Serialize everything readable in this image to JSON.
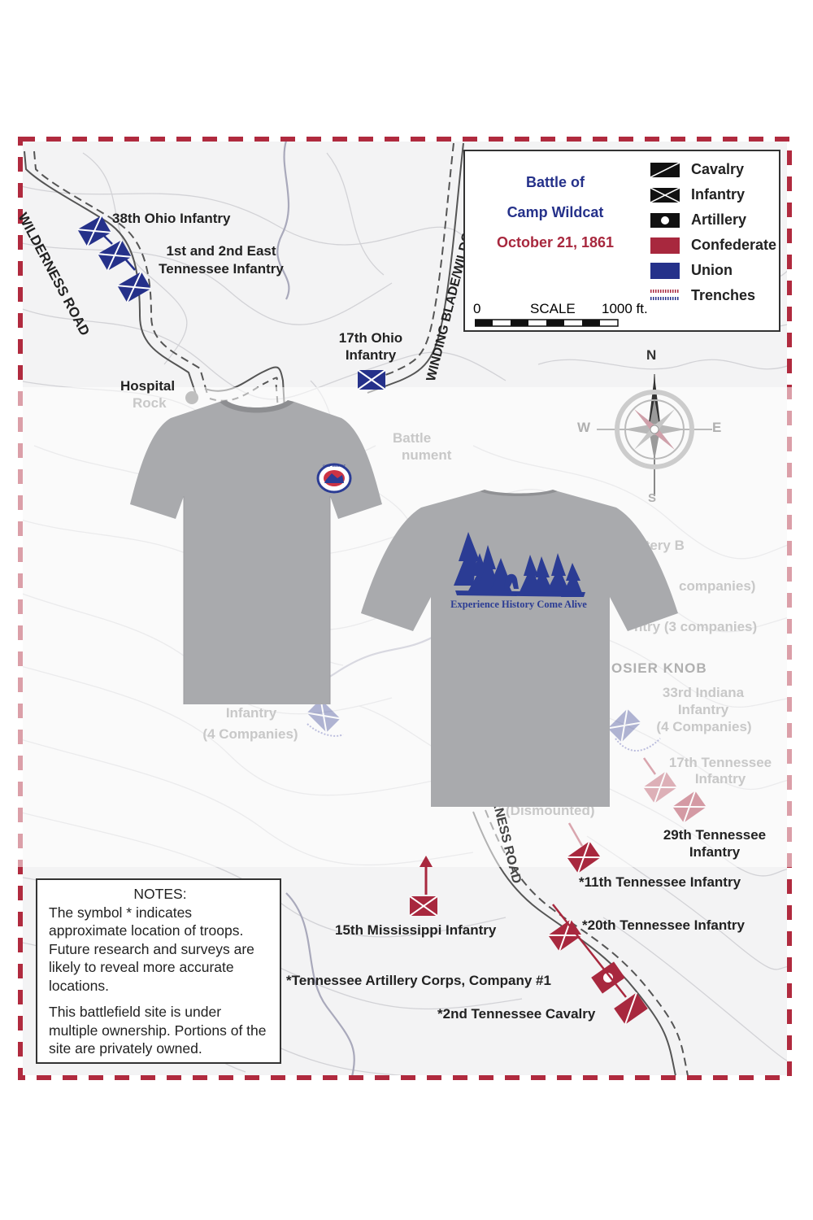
{
  "legend": {
    "title_line1": "Battle of",
    "title_line2": "Camp Wildcat",
    "date": "October 21, 1861",
    "items": [
      "Cavalry",
      "Infantry",
      "Artillery",
      "Confederate",
      "Union",
      "Trenches"
    ],
    "scale_start": "0",
    "scale_label": "SCALE",
    "scale_end": "1000 ft."
  },
  "compass": {
    "n": "N",
    "s": "S",
    "e": "E",
    "w": "W"
  },
  "roads": {
    "wilderness": "WILDERNESS ROAD",
    "winding_blade": "WINDING BLADE/WILDCAT RD.",
    "lower_road": "RNESS ROAD"
  },
  "places": {
    "hospital_1": "Hospital",
    "hospital_2": "Rock",
    "battle_1": "Battle",
    "battle_2": "nument",
    "knob": "OSIER KNOB"
  },
  "units": {
    "ohio38": "38th Ohio Infantry",
    "tn_east_1": "1st and 2nd East",
    "tn_east_2": "Tennessee Infantry",
    "ohio17_1": "17th Ohio",
    "ohio17_2": "Infantry",
    "battery": "ttery B",
    "companies_a": "companies)",
    "companies_b": "ntry (3 companies)",
    "infantry4_1": "Infantry",
    "infantry4_2": "(4 Companies)",
    "indiana33_1": "33rd Indiana",
    "indiana33_2": "Infantry",
    "indiana33_3": "(4 Companies)",
    "tn17_1": "17th Tennessee",
    "tn17_2": "Infantry",
    "dismounted": "(Dismounted)",
    "tn29_1": "29th Tennessee",
    "tn29_2": "Infantry",
    "tn11": "*11th Tennessee Infantry",
    "tn20": "*20th Tennessee Infantry",
    "miss15": "15th Mississippi Infantry",
    "artillery_corps": "*Tennessee Artillery Corps, Company #1",
    "cav2": "*2nd Tennessee Cavalry"
  },
  "notes": {
    "heading": "NOTES:",
    "p1": "The symbol * indicates approximate location of troops. Future research and surveys are likely to reveal more accurate locations.",
    "p2": "This battlefield site is under multiple ownership. Portions of the site are privately owned."
  },
  "shirt": {
    "logo_text": "CAMP WILDCAT",
    "slogan": "Experience History Come Alive"
  },
  "colors": {
    "confederate": "#a8283e",
    "union": "#25318a",
    "border_red": "#b02a3e",
    "shirt_gray": "#a9aaad",
    "print_blue": "#2b3c94"
  }
}
